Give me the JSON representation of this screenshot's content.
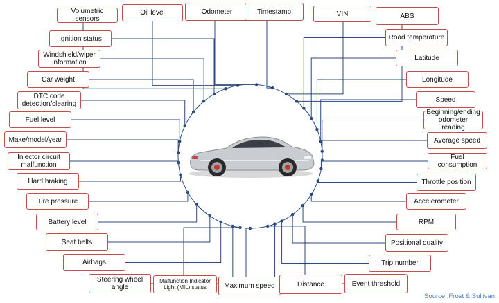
{
  "diagram": {
    "center_label": "car-image",
    "source": "Source :Frost & Sullivan",
    "items": [
      {
        "id": "volumetric",
        "label": "Volumetric sensors"
      },
      {
        "id": "oil",
        "label": "Oil level"
      },
      {
        "id": "odometer",
        "label": "Odometer"
      },
      {
        "id": "timestamp",
        "label": "Timestamp"
      },
      {
        "id": "vin",
        "label": "VIN"
      },
      {
        "id": "abs",
        "label": "ABS"
      },
      {
        "id": "ignition",
        "label": "Ignition status"
      },
      {
        "id": "roadtemp",
        "label": "Road temperature"
      },
      {
        "id": "windshield",
        "label": "Windshield/wiper\ninformation"
      },
      {
        "id": "latitude",
        "label": "Latitude"
      },
      {
        "id": "carweight",
        "label": "Car weight"
      },
      {
        "id": "longitude",
        "label": "Longitude"
      },
      {
        "id": "dtc",
        "label": "DTC code\ndetection/clearing"
      },
      {
        "id": "speed",
        "label": "Speed"
      },
      {
        "id": "fuel",
        "label": "Fuel level"
      },
      {
        "id": "beginending",
        "label": "Beginning/ending\nodometer reading"
      },
      {
        "id": "make",
        "label": "Make/model/year"
      },
      {
        "id": "avgspeed",
        "label": "Average speed"
      },
      {
        "id": "injector",
        "label": "Injector circuit\nmalfunction"
      },
      {
        "id": "fuelcons",
        "label": "Fuel consumption"
      },
      {
        "id": "hardbrake",
        "label": "Hard braking"
      },
      {
        "id": "throttle",
        "label": "Throttle position"
      },
      {
        "id": "tire",
        "label": "Tire pressure"
      },
      {
        "id": "accel",
        "label": "Accelerometer"
      },
      {
        "id": "battery",
        "label": "Battery level"
      },
      {
        "id": "rpm",
        "label": "RPM"
      },
      {
        "id": "seatbelts",
        "label": "Seat belts"
      },
      {
        "id": "positional",
        "label": "Positional quality"
      },
      {
        "id": "airbags",
        "label": "Airbags"
      },
      {
        "id": "trip",
        "label": "Trip number"
      },
      {
        "id": "steering",
        "label": "Steering wheel\nangle"
      },
      {
        "id": "mil",
        "label": "Malfunction Indicator\nLight (MIL) status"
      },
      {
        "id": "maxspeed",
        "label": "Maximum speed"
      },
      {
        "id": "distance",
        "label": "Distance"
      },
      {
        "id": "event",
        "label": "Event threshold"
      }
    ]
  }
}
